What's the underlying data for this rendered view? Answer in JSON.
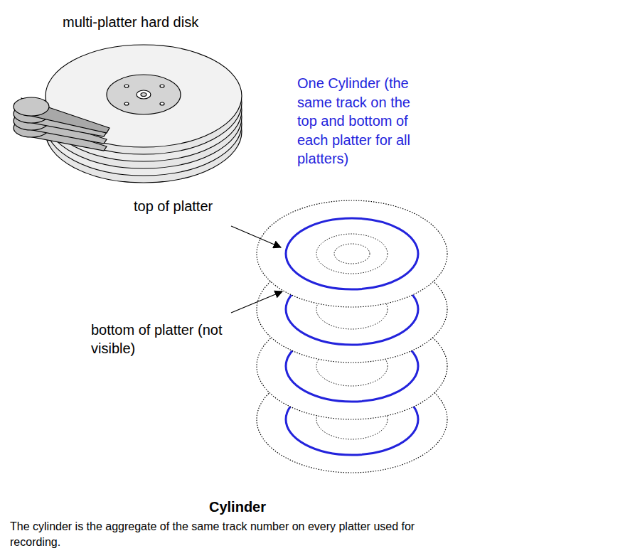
{
  "diagram": {
    "title": "Cylinder",
    "caption": "The cylinder is the aggregate of the same track number on every platter used for recording.",
    "labels": [
      "multi-platter hard disk",
      "One Cylinder (the same track on the top and bottom of each platter for all platters)",
      "top of platter",
      "bottom of platter (not visible)"
    ]
  }
}
